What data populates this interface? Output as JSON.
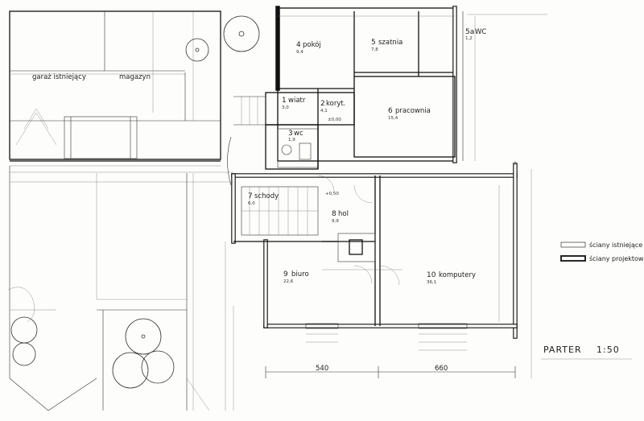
{
  "plan": {
    "title": "PARTER",
    "scale": "1:50",
    "legend": {
      "existing_walls": "ściany istniejące",
      "designed_walls": "ściany projektowane"
    },
    "outer_labels": {
      "garage": "garaż istniejący",
      "storage": "magazyn"
    },
    "rooms": [
      {
        "number": "1",
        "name": "wiatr",
        "area": "3,0"
      },
      {
        "number": "2",
        "name": "koryt.",
        "area": "4,1"
      },
      {
        "number": "3",
        "name": "wc",
        "area": "1,9"
      },
      {
        "number": "4",
        "name": "pokój",
        "area": "9,4"
      },
      {
        "number": "5",
        "name": "szatnia",
        "area": "7,8"
      },
      {
        "number": "5a",
        "name": "WC",
        "area": "1,2"
      },
      {
        "number": "6",
        "name": "pracownia",
        "area": "15,4"
      },
      {
        "number": "7",
        "name": "schody",
        "area": "6,0"
      },
      {
        "number": "8",
        "name": "hol",
        "area": "9,9"
      },
      {
        "number": "9",
        "name": "biuro",
        "area": "22,6"
      },
      {
        "number": "10",
        "name": "komputery",
        "area": "36,1"
      }
    ],
    "levels": {
      "main": "±0,00",
      "stair": "+0,50"
    },
    "dimensions": {
      "left_width": "540",
      "right_width": "660"
    }
  }
}
